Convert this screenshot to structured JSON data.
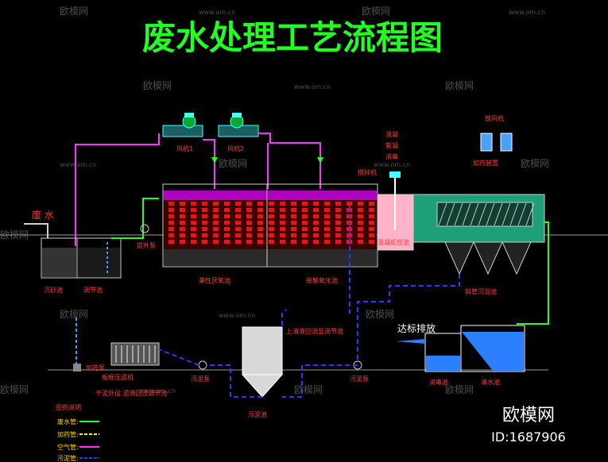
{
  "title": "废水处理工艺流程图",
  "watermark": {
    "brand": "欧模网",
    "url": "www.om.cn",
    "id": "ID:1687906"
  },
  "labels": {
    "wastewater_inlet": "废 水",
    "grit_tank": "沉砂池",
    "equalization_tank": "调节池",
    "lift_pump": "提升泵",
    "blower1": "风机1",
    "blower2": "风机2",
    "anoxic_tank": "兼性厌氧池",
    "contact_oxidation_tank": "接触氧化池",
    "flocculation_tank": "混凝反应池",
    "inclined_tube_settler": "斜管沉淀池",
    "stirrer": "搅拌机",
    "dosing_vertical": "混凝 絮凝 消毒",
    "blower_top": "鼓风机",
    "dosing_device": "加药装置",
    "discharge": "达标排放",
    "disinfection_tank": "消毒池",
    "clear_tank": "清水池",
    "sludge_tank": "污泥池",
    "sludge_pump": "污泥泵",
    "filter_press": "板框压滤机",
    "sludge_reflux": "上清液回流至调节池",
    "filtrate_reflux": "干泥外运 滤液回流调节池",
    "dosing_pump": "加药泵",
    "legend_title": "图例说明",
    "legend_items": [
      "废水管:",
      "加药管:",
      "空气管:",
      "污泥管:"
    ],
    "legend_colors": [
      "#33ff33",
      "#ffff00",
      "#ff33ff",
      "#3333ff"
    ]
  }
}
